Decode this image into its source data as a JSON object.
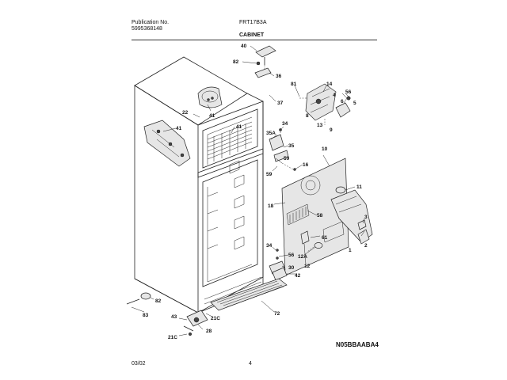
{
  "header": {
    "publication_label": "Publication No.",
    "publication_number": "5995368148",
    "model": "FRT17B3A",
    "section": "CABINET"
  },
  "footer": {
    "date": "03/02",
    "page": "4",
    "diagram_code": "N05BBAABA4"
  },
  "callouts": [
    "40",
    "82",
    "36",
    "37",
    "22",
    "41",
    "41",
    "81",
    "14",
    "56",
    "8",
    "4",
    "6",
    "13",
    "5",
    "9",
    "41",
    "35A",
    "34",
    "35",
    "59",
    "59",
    "16",
    "10",
    "11",
    "3",
    "18",
    "58",
    "1",
    "2",
    "61",
    "34",
    "56",
    "30",
    "12A",
    "12",
    "42",
    "72",
    "82",
    "83",
    "21C",
    "43",
    "28",
    "21C"
  ]
}
